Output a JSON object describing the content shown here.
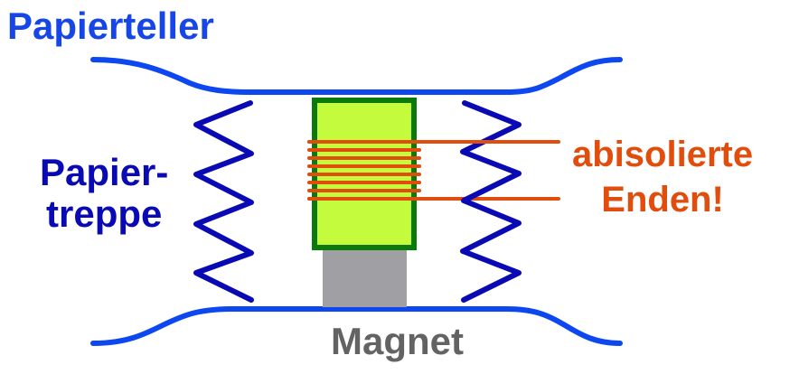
{
  "labels": {
    "plate": "Papierteller",
    "stairs_line1": "Papier-",
    "stairs_line2": "treppe",
    "ends_line1": "abisolierte",
    "ends_line2": "Enden!",
    "magnet": "Magnet"
  },
  "colors": {
    "plate": "#0d47f0",
    "plate_label": "#1646e8",
    "spring": "#0a0ab4",
    "stairs_label": "#0a0ab4",
    "coil_fill": "#c4fb3c",
    "coil_border": "#0a7a0a",
    "wire": "#e04d0c",
    "ends_label": "#e04d0c",
    "magnet": "#a0a0a4",
    "magnet_label": "#636363"
  },
  "coil": {
    "winding_count": 8
  }
}
